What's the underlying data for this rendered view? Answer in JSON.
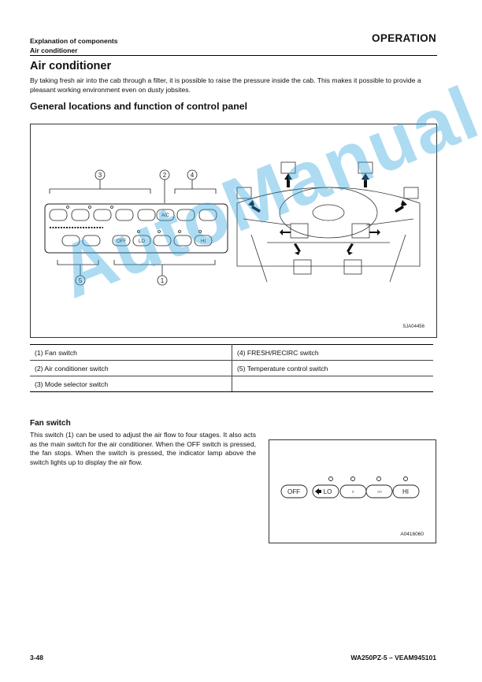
{
  "header": {
    "section_line1": "Explanation of components",
    "section_line2": "Air conditioner",
    "chapter": "OPERATION"
  },
  "page_title": "Air conditioner",
  "intro": "By taking fresh air into the cab through a filter, it is possible to raise the pressure inside the cab. This makes it possible to provide a pleasant working environment even on dusty jobsites.",
  "subtitle": "General locations and function of control panel",
  "figure1": {
    "callouts": [
      "③",
      "②",
      "④",
      "⑤",
      "①"
    ],
    "buttons": [
      "A/C",
      "OFF",
      "LO",
      "HI"
    ],
    "code": "SJA04456"
  },
  "legend": [
    [
      "(1) Fan switch",
      "(4) FRESH/RECIRC switch"
    ],
    [
      "(2) Air conditioner switch",
      "(5) Temperature control switch"
    ],
    [
      "(3) Mode selector switch",
      ""
    ]
  ],
  "fan_switch": {
    "heading": "Fan switch",
    "text": "This switch (1) can be used to adjust the air flow to four stages. It also acts as the main switch for the air conditioner. When the OFF switch is pressed, the fan stops. When the switch is pressed, the indicator lamp above the switch lights up to display the air flow.",
    "buttons": [
      "OFF",
      "LO",
      "▫",
      "▫▫",
      "HI"
    ],
    "code": "A0416060"
  },
  "footer": {
    "page": "3-48",
    "model": "WA250PZ-5 – VEAM945101"
  },
  "watermark": "AutoManual"
}
